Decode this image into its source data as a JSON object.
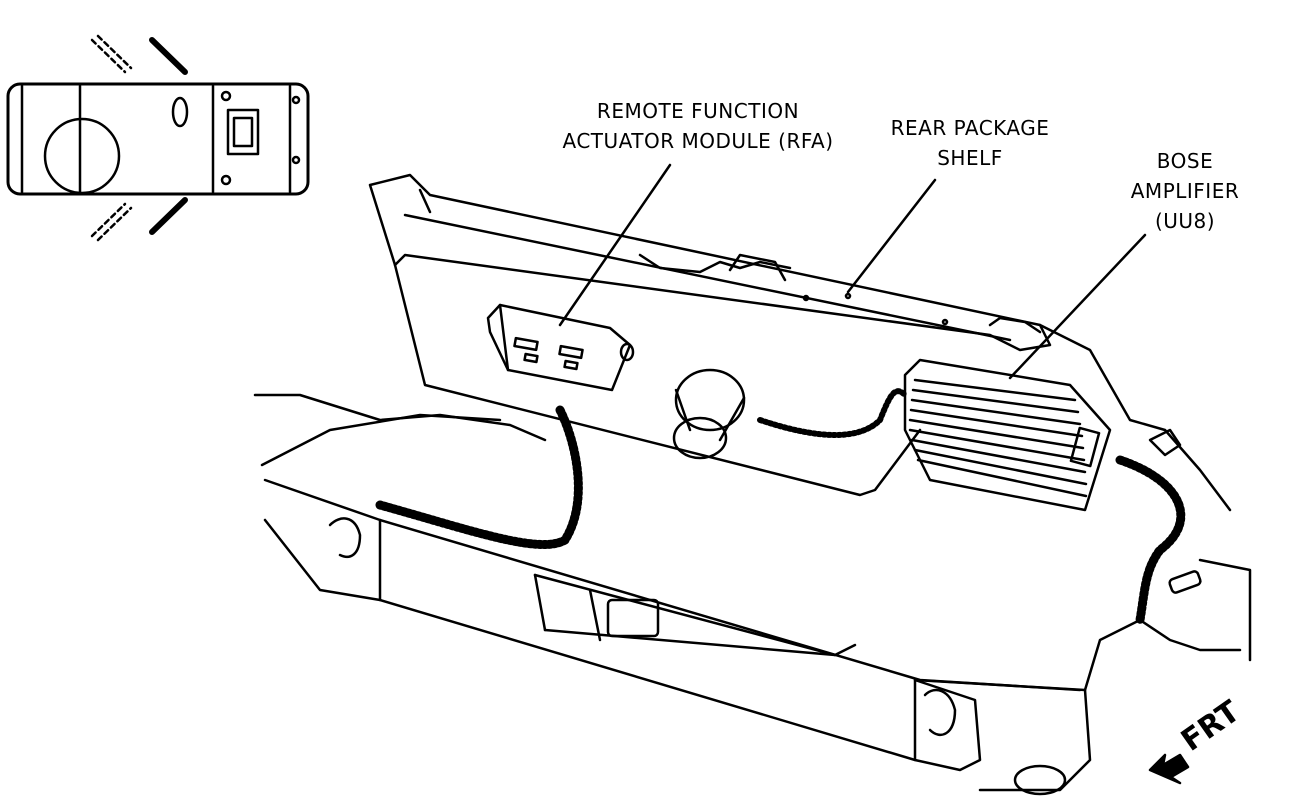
{
  "labels": {
    "rfa_line1": "REMOTE FUNCTION",
    "rfa_line2": "ACTUATOR MODULE (RFA)",
    "shelf_line1": "REAR PACKAGE",
    "shelf_line2": "SHELF",
    "bose_line1": "BOSE",
    "bose_line2": "AMPLIFIER",
    "bose_line3": "(UU8)",
    "front_arrow": "FRT"
  },
  "colors": {
    "ink": "#000000",
    "paper": "#ffffff"
  },
  "icons": [
    "vehicle-top-view-icon",
    "front-arrow-icon"
  ]
}
